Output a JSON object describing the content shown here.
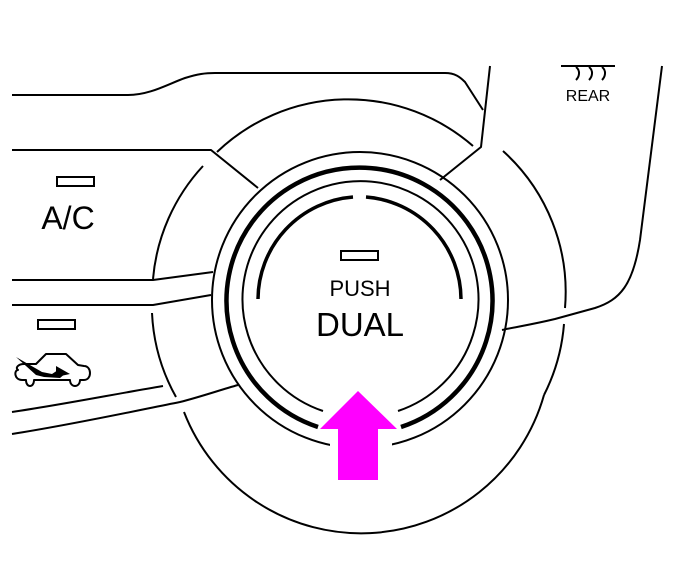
{
  "diagram": {
    "subject": "Climate control panel - DUAL button",
    "colors": {
      "line": "#000000",
      "background": "#ffffff",
      "arrow": "#FF00FF"
    },
    "labels": {
      "rear_defrost": "REAR",
      "ac": "A/C",
      "knob_push": "PUSH",
      "knob_dual": "DUAL"
    },
    "icons": {
      "rear_defrost": "rear-defrost-icon",
      "recirculation": "recirculation-car-icon",
      "indicator": "indicator-lamp-icon",
      "pointer": "up-arrow-icon"
    },
    "callout": {
      "target": "DUAL",
      "direction": "up"
    }
  }
}
